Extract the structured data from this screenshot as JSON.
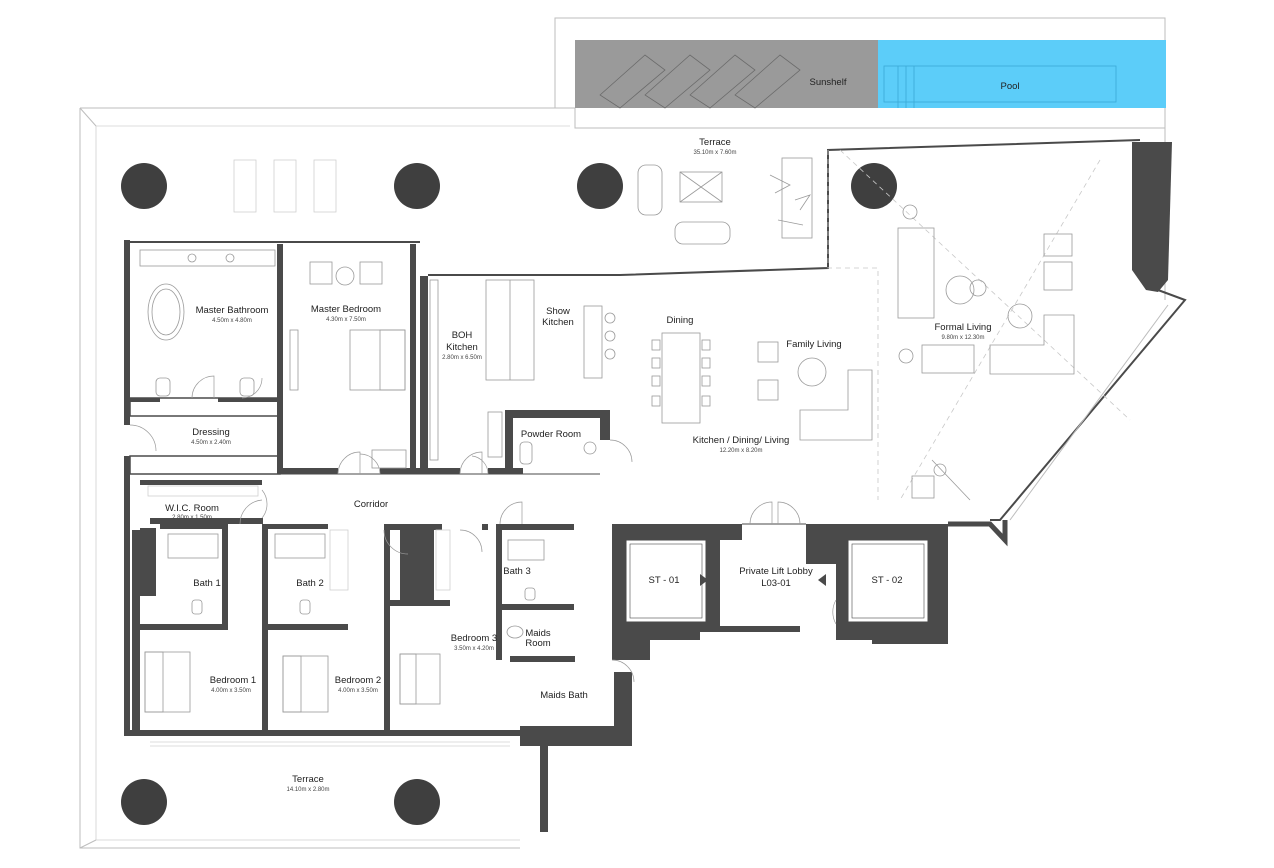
{
  "rooms": {
    "sunshelf": {
      "name": "Sunshelf"
    },
    "pool": {
      "name": "Pool"
    },
    "terrace_top": {
      "name": "Terrace",
      "dims": "35.10m x 7.60m"
    },
    "master_bathroom": {
      "name": "Master Bathroom",
      "dims": "4.50m x 4.80m"
    },
    "master_bedroom": {
      "name": "Master Bedroom",
      "dims": "4.30m x 7.50m"
    },
    "boh_kitchen": {
      "name_line1": "BOH",
      "name_line2": "Kitchen",
      "dims": "2.80m x 6.50m"
    },
    "show_kitchen": {
      "name_line1": "Show",
      "name_line2": "Kitchen"
    },
    "dining": {
      "name": "Dining"
    },
    "family_living": {
      "name": "Family Living"
    },
    "formal_living": {
      "name": "Formal Living",
      "dims": "9.80m x 12.30m"
    },
    "dressing": {
      "name": "Dressing",
      "dims": "4.50m x 2.40m"
    },
    "powder_room": {
      "name": "Powder Room"
    },
    "kitchen_dining_living": {
      "name": "Kitchen / Dining/ Living",
      "dims": "12.20m x 8.20m"
    },
    "corridor": {
      "name": "Corridor"
    },
    "wic_room": {
      "name": "W.I.C. Room",
      "dims": "2.80m x 1.50m"
    },
    "bath1": {
      "name": "Bath 1"
    },
    "bath2": {
      "name": "Bath 2"
    },
    "bath3": {
      "name": "Bath 3"
    },
    "maids_room": {
      "name_line1": "Maids",
      "name_line2": "Room"
    },
    "maids_bath": {
      "name": "Maids Bath"
    },
    "st01": {
      "name": "ST - 01"
    },
    "st02": {
      "name": "ST - 02"
    },
    "lift_lobby": {
      "name_line1": "Private Lift Lobby",
      "name_line2": "L03-01"
    },
    "bedroom1": {
      "name": "Bedroom 1",
      "dims": "4.00m x 3.50m"
    },
    "bedroom2": {
      "name": "Bedroom 2",
      "dims": "4.00m x 3.50m"
    },
    "bedroom3": {
      "name": "Bedroom 3",
      "dims": "3.50m x 4.20m"
    },
    "terrace_bottom": {
      "name": "Terrace",
      "dims": "14.10m x 2.80m"
    }
  },
  "colors": {
    "wall": "#4a4a4a",
    "column": "#3f3f3f",
    "pool": "#5ccdf9",
    "sunshelf": "#9a9a9a",
    "line": "#bdbdbd"
  }
}
